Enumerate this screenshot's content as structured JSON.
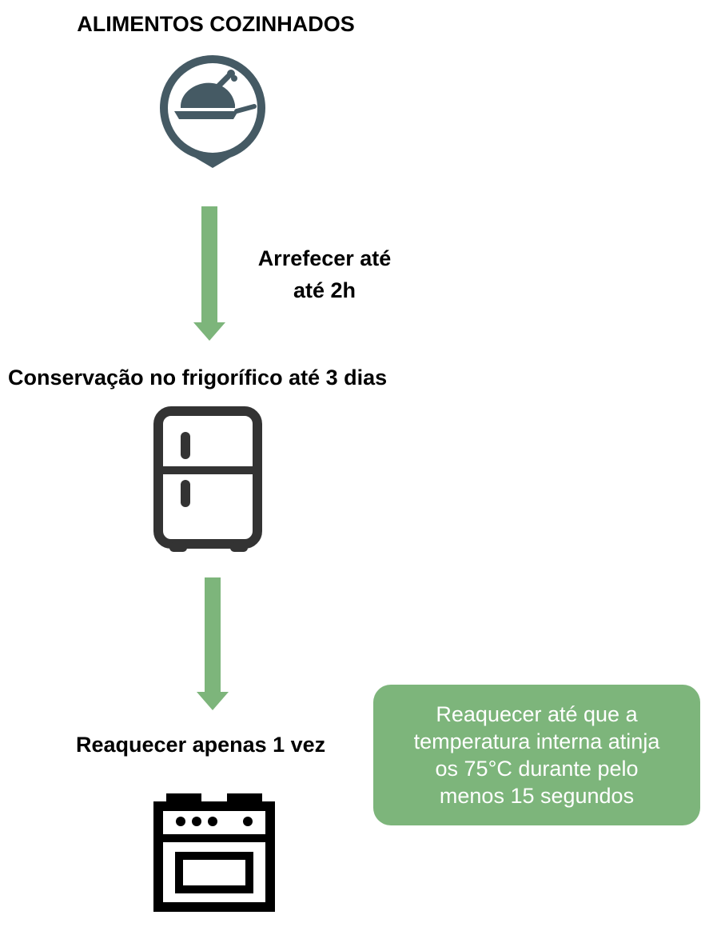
{
  "header": {
    "title": "ALIMENTOS COZINHADOS",
    "icon": "roast-chicken-pin-icon"
  },
  "steps": [
    {
      "arrow_note_line1": "Arrefecer até",
      "arrow_note_line2": "até 2h"
    },
    {
      "label": "Conservação no frigorífico até 3 dias",
      "icon": "refrigerator-icon"
    },
    {
      "label": "Reaquecer apenas 1 vez",
      "icon": "stove-oven-icon"
    }
  ],
  "note": {
    "line1": "Reaquecer até que a",
    "line2": "temperatura interna atinja",
    "line3": "os 75°C durante pelo",
    "line4": "menos 15 segundos"
  },
  "colors": {
    "arrow": "#7db57b",
    "note_background": "#7db57b",
    "pin": "#455a64",
    "appliance": "#333333"
  }
}
